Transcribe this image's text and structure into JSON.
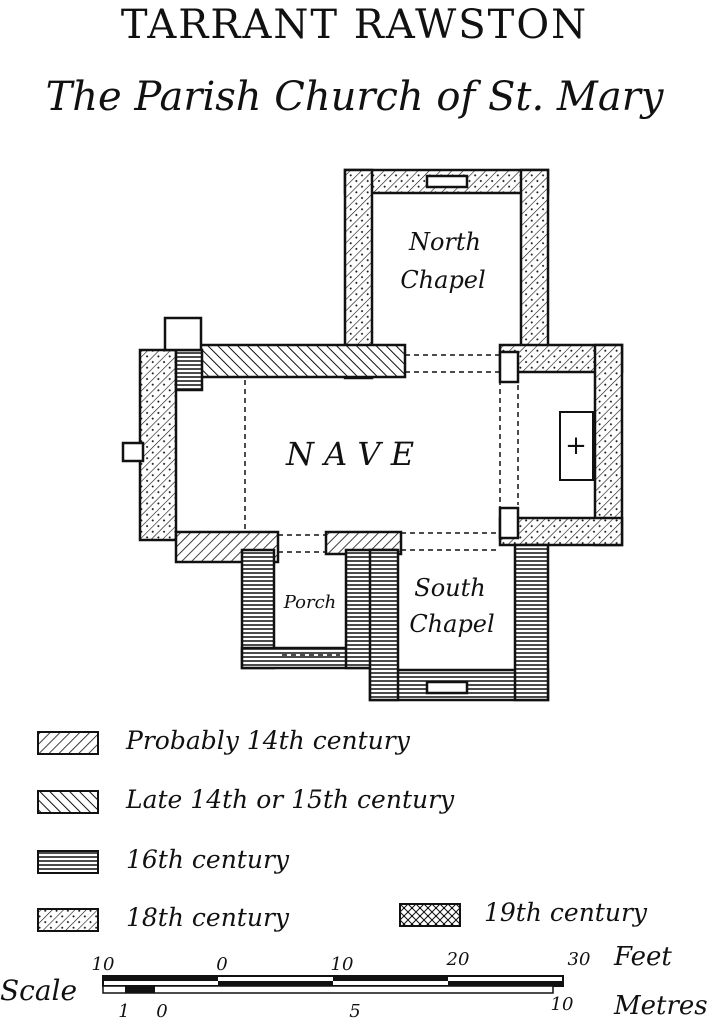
{
  "title": "TARRANT RAWSTON",
  "subtitle": "The Parish Church of St. Mary",
  "rooms": {
    "north_chapel_1": "North",
    "north_chapel_2": "Chapel",
    "nave": "N A V E",
    "porch": "Porch",
    "south_chapel_1": "South",
    "south_chapel_2": "Chapel",
    "altar_symbol": "+"
  },
  "legend": [
    {
      "label": "Probably 14th century",
      "pattern": "diag-light"
    },
    {
      "label": "Late 14th or 15th century",
      "pattern": "diag-back"
    },
    {
      "label": "16th century",
      "pattern": "horizontal"
    },
    {
      "label": "18th century",
      "pattern": "dotted"
    },
    {
      "label": "19th century",
      "pattern": "cross-dotted"
    }
  ],
  "scale": {
    "label": "Scale",
    "feet_ticks": [
      "10",
      "0",
      "10",
      "20",
      "30"
    ],
    "feet_unit": "Feet",
    "metre_ticks": [
      "1",
      "0",
      "5",
      "10"
    ],
    "metre_unit": "Metres"
  }
}
